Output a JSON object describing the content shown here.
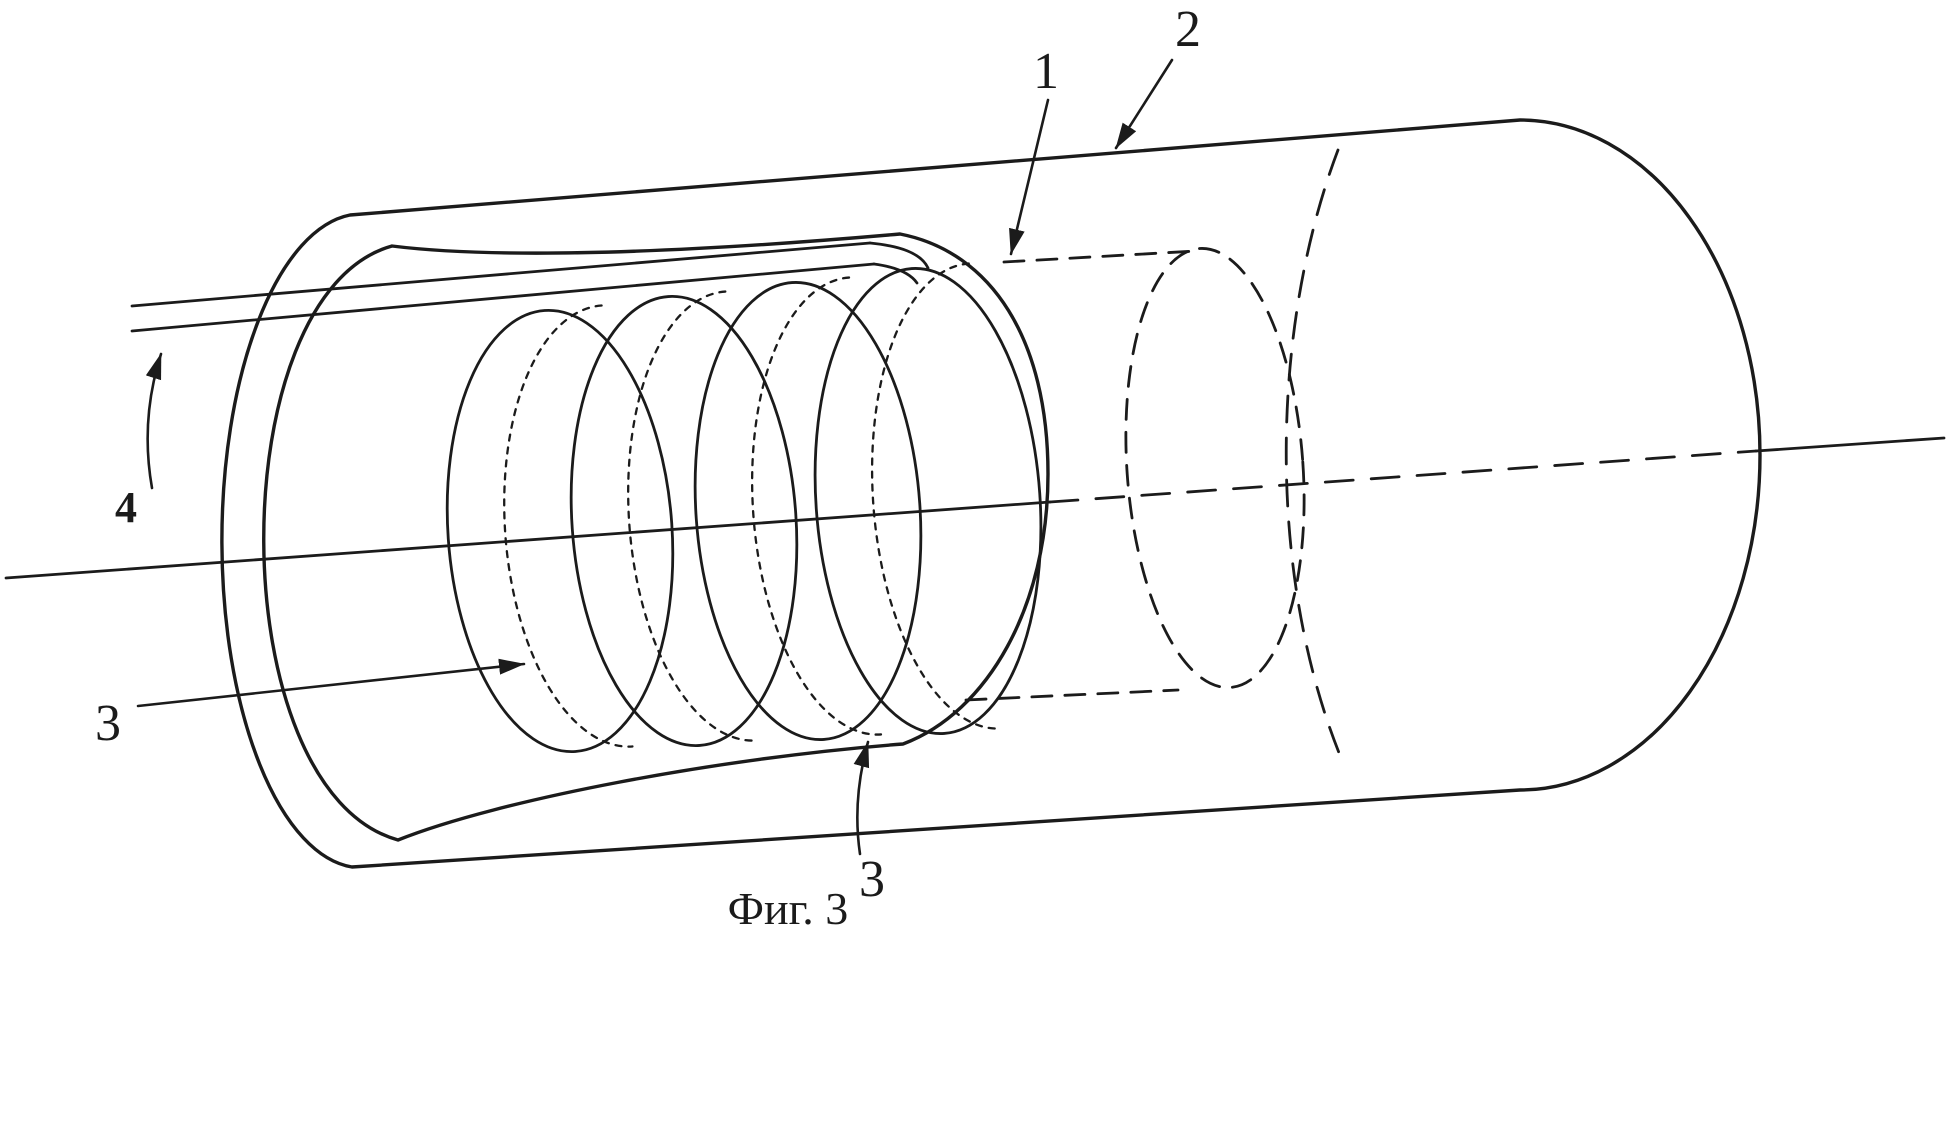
{
  "figure": {
    "caption": "Фиг. 3",
    "labels": {
      "part1": "1",
      "part2": "2",
      "part3_left": "3",
      "part3_bottom": "3",
      "part4": "4"
    },
    "colors": {
      "shell_gray": "#c9c9c9",
      "interior_white": "#ffffff",
      "line": "#1b1b1b",
      "background": "#ffffff"
    }
  }
}
